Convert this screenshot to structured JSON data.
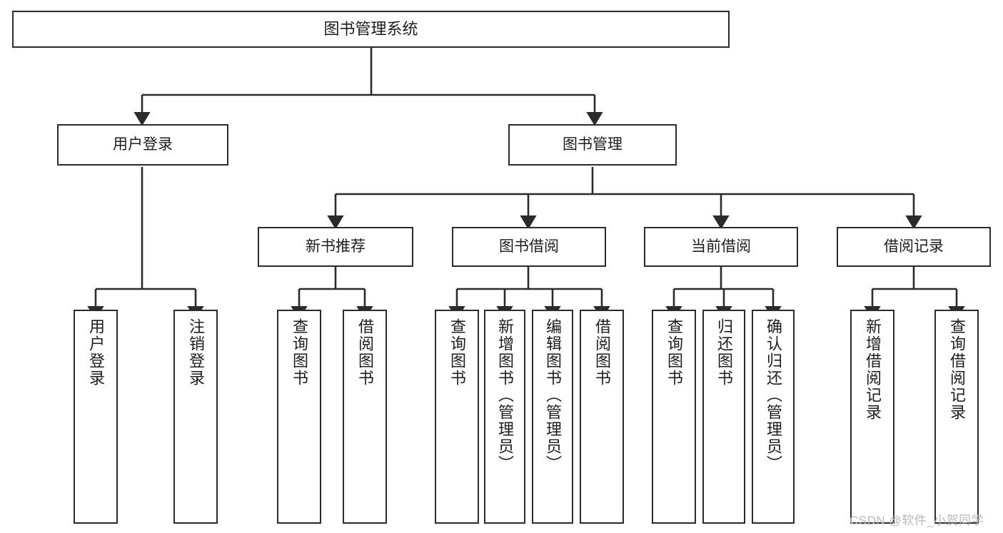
{
  "diagram": {
    "title": "图书管理系统",
    "type": "tree-hierarchy-diagram",
    "colors": {
      "stroke": "#2b2b2b",
      "fill": "#ffffff",
      "text": "#1d1d1d",
      "watermark": "#b9b9b9"
    },
    "levels": {
      "root": {
        "label": "图书管理系统"
      },
      "level1": [
        {
          "label": "用户登录"
        },
        {
          "label": "图书管理"
        }
      ],
      "level2": [
        {
          "label": "新书推荐"
        },
        {
          "label": "图书借阅"
        },
        {
          "label": "当前借阅"
        },
        {
          "label": "借阅记录"
        }
      ],
      "leaves": {
        "user_login": [
          {
            "label": "用户登录"
          },
          {
            "label": "注销登录"
          }
        ],
        "new_book_recommend": [
          {
            "label": "查询图书"
          },
          {
            "label": "借阅图书"
          }
        ],
        "book_borrow": [
          {
            "label": "查询图书"
          },
          {
            "label": "新增图书（管理员）"
          },
          {
            "label": "编辑图书（管理员）"
          },
          {
            "label": "借阅图书"
          }
        ],
        "current_borrow": [
          {
            "label": "查询图书"
          },
          {
            "label": "归还图书"
          },
          {
            "label": "确认归还（管理员）"
          }
        ],
        "borrow_record": [
          {
            "label": "新增借阅记录"
          },
          {
            "label": "查询借阅记录"
          }
        ]
      }
    }
  },
  "watermark": {
    "text": "CSDN @软件_小贺同学"
  }
}
